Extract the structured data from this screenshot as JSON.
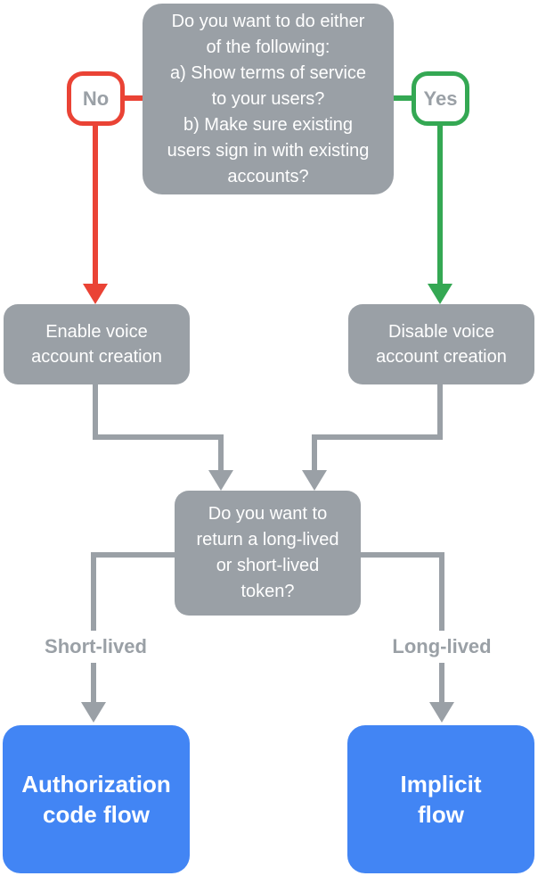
{
  "colors": {
    "gray": "#9AA0A6",
    "red": "#EA4335",
    "green": "#34A853",
    "blue": "#4285F4",
    "white": "#FFFFFF",
    "label-text": "#9AA0A6"
  },
  "diagram": {
    "nodes": {
      "top_question": {
        "text": "Do you want to do either\nof the following:\na) Show terms of service\nto your users?\nb) Make sure existing\nusers sign in with existing\naccounts?"
      },
      "no_label": {
        "text": "No"
      },
      "yes_label": {
        "text": "Yes"
      },
      "enable_voice": {
        "text": "Enable voice\naccount creation"
      },
      "disable_voice": {
        "text": "Disable voice\naccount creation"
      },
      "token_question": {
        "text": "Do you want to\nreturn a long-lived\nor short-lived\ntoken?"
      },
      "short_lived_label": {
        "text": "Short-lived"
      },
      "long_lived_label": {
        "text": "Long-lived"
      },
      "authorization_code_flow": {
        "text": "Authorization\ncode flow"
      },
      "implicit_flow": {
        "text": "Implicit\nflow"
      }
    }
  }
}
